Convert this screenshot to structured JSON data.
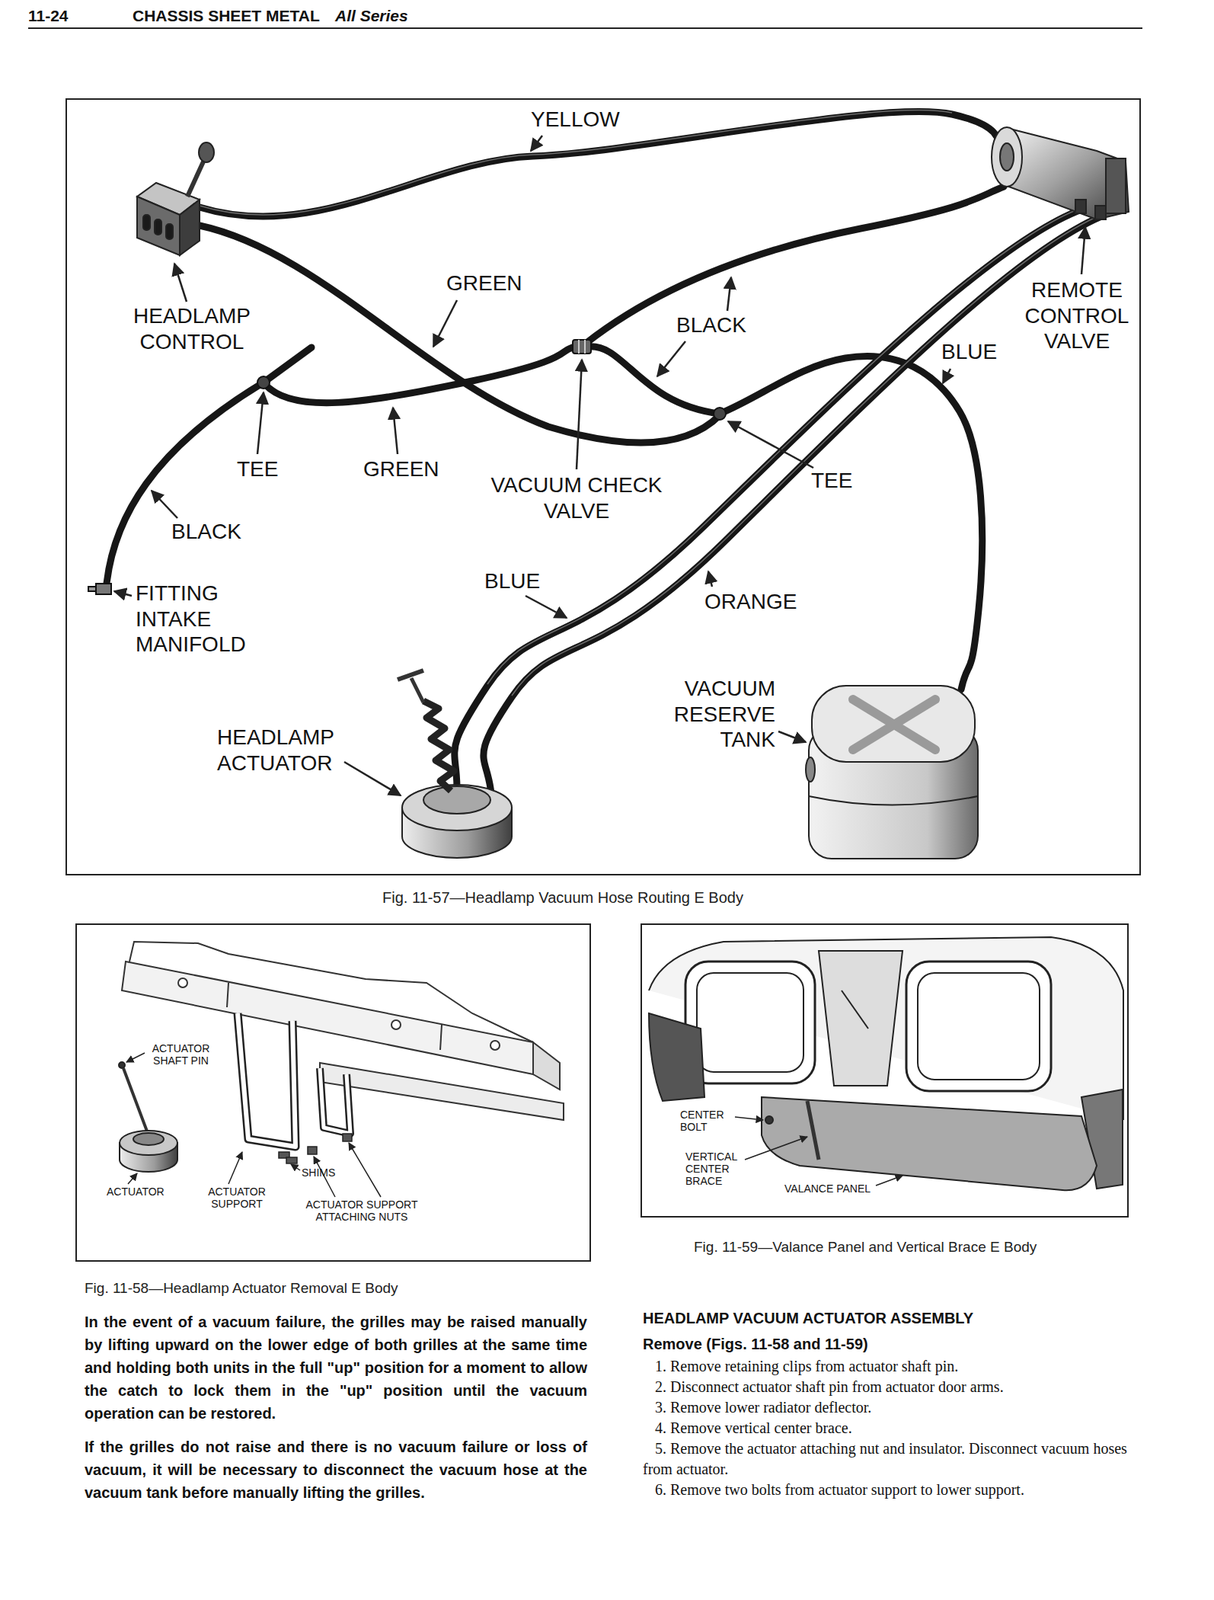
{
  "diagram": {
    "title": "CHASSIS SHEET METAL",
    "labels": [
      "11-24",
      "All Series",
      "YELLOW",
      "HEADLAMP CONTROL",
      "GREEN",
      "BLACK",
      "REMOTE CONTROL VALVE",
      "BLUE",
      "TEE",
      "GREEN",
      "VACUUM CHECK VALVE",
      "TEE",
      "BLACK",
      "FITTING INTAKE MANIFOLD",
      "BLUE",
      "ORANGE",
      "HEADLAMP ACTUATOR",
      "VACUUM RESERVE TANK",
      "Fig. 11-57—Headlamp Vacuum Hose Routing E Body",
      "ACTUATOR SHAFT PIN",
      "SHIMS",
      "ACTUATOR",
      "ACTUATOR SUPPORT",
      "ACTUATOR SUPPORT ATTACHING NUTS",
      "CENTER BOLT",
      "VERTICAL CENTER BRACE",
      "VALANCE PANEL",
      "Fig. 11-59—Valance Panel and Vertical Brace E Body",
      "Fig. 11-58—Headlamp Actuator Removal E Body",
      "In the event of a vacuum failure, the grilles may be raised manually by lifting upward on the lower edge of both grilles at the same time and holding both units in the full \"up\" position for a moment to allow the catch to lock them in the \"up\" position until the vacuum operation can be restored.",
      "If the grilles do not raise and there is no vacuum failure or loss of vacuum, it will be necessary to disconnect the vacuum hose at the vacuum tank before manually lifting the grilles.",
      "HEADLAMP VACUUM ACTUATOR ASSEMBLY",
      "Remove (Figs. 11-58 and 11-59)",
      "1. Remove retaining clips from actuator shaft pin.",
      "2. Disconnect actuator shaft pin from actuator door arms.",
      "3. Remove lower radiator deflector.",
      "4. Remove vertical center brace.",
      "5. Remove the actuator attaching nut and insulator. Disconnect vacuum hoses from actuator.",
      "6. Remove two bolts from actuator support to lower support."
    ]
  }
}
